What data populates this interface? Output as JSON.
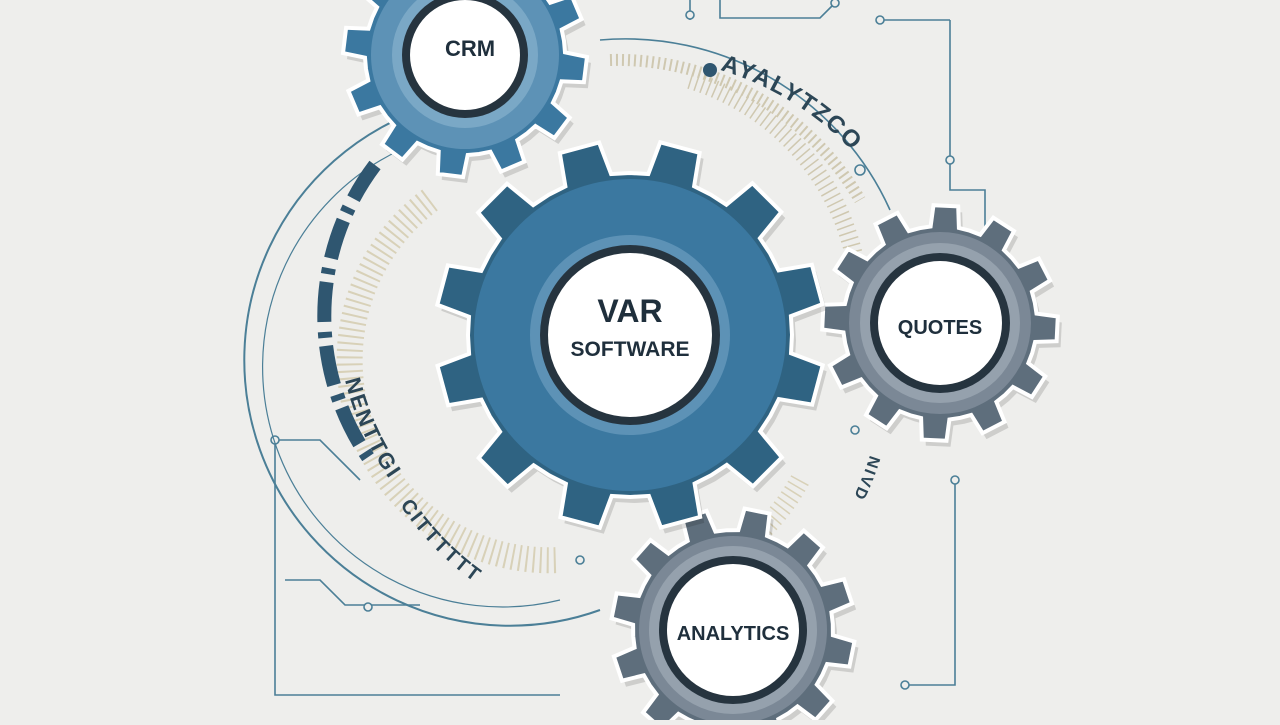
{
  "diagram": {
    "background": "#eeeeec",
    "center_gear": {
      "line1": "VAR",
      "line2": "SOFTWARE"
    },
    "gears": [
      {
        "id": "crm",
        "label": "CRM"
      },
      {
        "id": "quotes",
        "label": "QUOTES"
      },
      {
        "id": "analytics",
        "label": "ANALYTICS"
      }
    ],
    "decorative_text": {
      "top_arc": "AYALYTZCO",
      "left_arc": "NENTTGI",
      "left_lower": "CITTTTTT",
      "right_small": "NIVD"
    },
    "colors": {
      "blue_dark": "#2f6382",
      "blue_main": "#3b78a0",
      "blue_light": "#5d92b6",
      "gray_dark": "#5e6e7c",
      "gray_main": "#7b8896",
      "gray_light": "#95a1ad",
      "line": "#4b7f97",
      "hub": "#ffffff"
    }
  }
}
